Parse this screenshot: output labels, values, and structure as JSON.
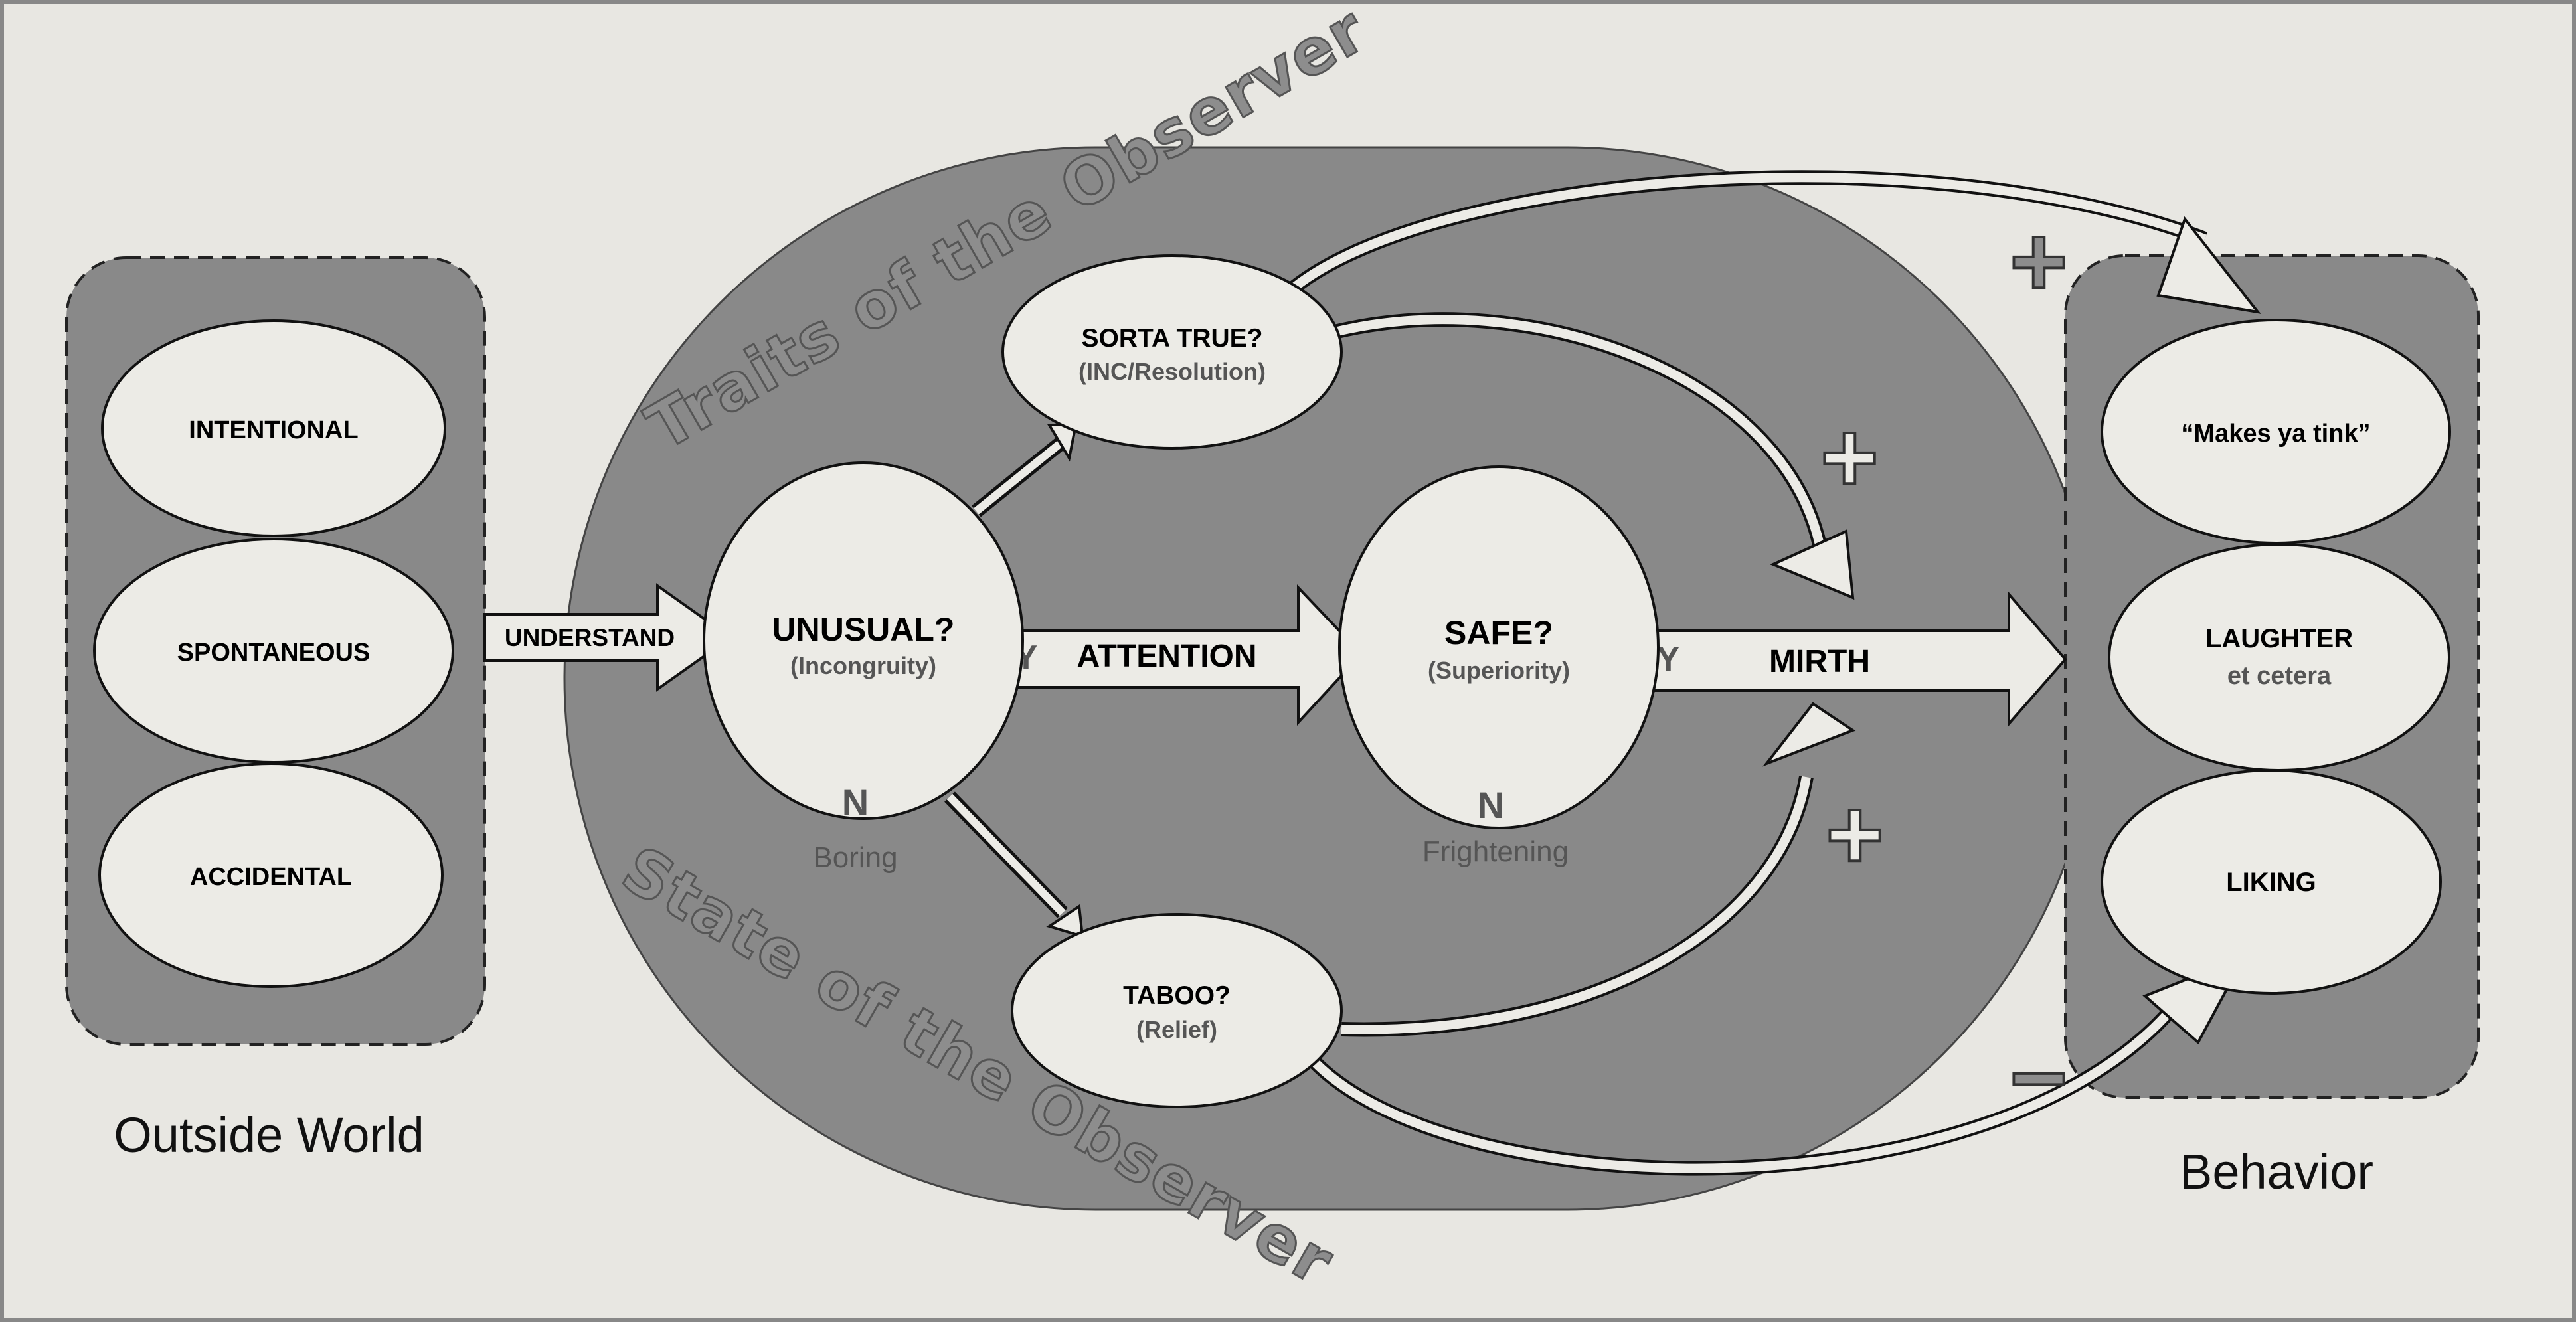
{
  "regions": {
    "outside_world": "Outside World",
    "behavior": "Behavior",
    "traits": "Traits of the Observer",
    "state": "State of the Observer"
  },
  "outside": {
    "intentional": "INTENTIONAL",
    "spontaneous": "SPONTANEOUS",
    "accidental": "ACCIDENTAL"
  },
  "arrows": {
    "understand": "UNDERSTAND",
    "attention": "ATTENTION",
    "mirth": "MIRTH",
    "yes": "Y",
    "no": "N"
  },
  "nodes": {
    "unusual": {
      "title": "UNUSUAL?",
      "sub": "(Incongruity)",
      "no_result": "Boring"
    },
    "sorta_true": {
      "title": "SORTA TRUE?",
      "sub": "(INC/Resolution)"
    },
    "safe": {
      "title": "SAFE?",
      "sub": "(Superiority)",
      "no_result": "Frightening"
    },
    "taboo": {
      "title": "TABOO?",
      "sub": "(Relief)"
    }
  },
  "behavior": {
    "makes": "“Makes ya tink”",
    "laughter": "LAUGHTER",
    "laughter_sub": "et cetera",
    "liking": "LIKING"
  },
  "signs": {
    "plus": "+",
    "minus": "−"
  },
  "colors": {
    "background": "#e8e7e2",
    "panel": "#898989",
    "node": "#ecebe6",
    "ink": "#111111"
  }
}
